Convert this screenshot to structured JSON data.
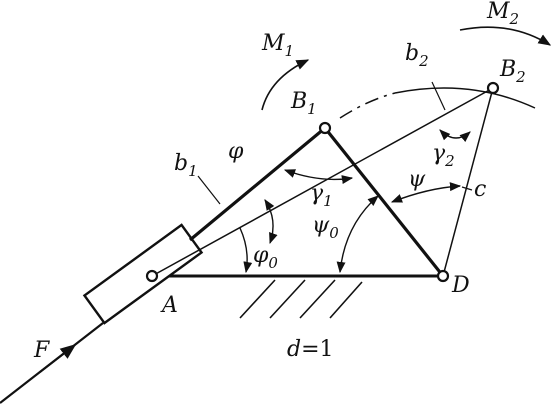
{
  "labels": {
    "M1": "M",
    "M1_sub": "1",
    "M2": "M",
    "M2_sub": "2",
    "B1": "B",
    "B1_sub": "1",
    "B2": "B",
    "B2_sub": "2",
    "b1": "b",
    "b1_sub": "1",
    "b2": "b",
    "b2_sub": "2",
    "phi": "φ",
    "phi0": "φ",
    "phi0_sub": "0",
    "gamma1": "γ",
    "gamma1_sub": "1",
    "gamma2": "γ",
    "gamma2_sub": "2",
    "psi": "ψ",
    "psi0": "ψ",
    "psi0_sub": "0",
    "c": "c",
    "A": "A",
    "D": "D",
    "F": "F",
    "d_eq": "d",
    "d_val": "=1"
  },
  "colors": {
    "stroke": "#111111",
    "background": "#ffffff"
  }
}
